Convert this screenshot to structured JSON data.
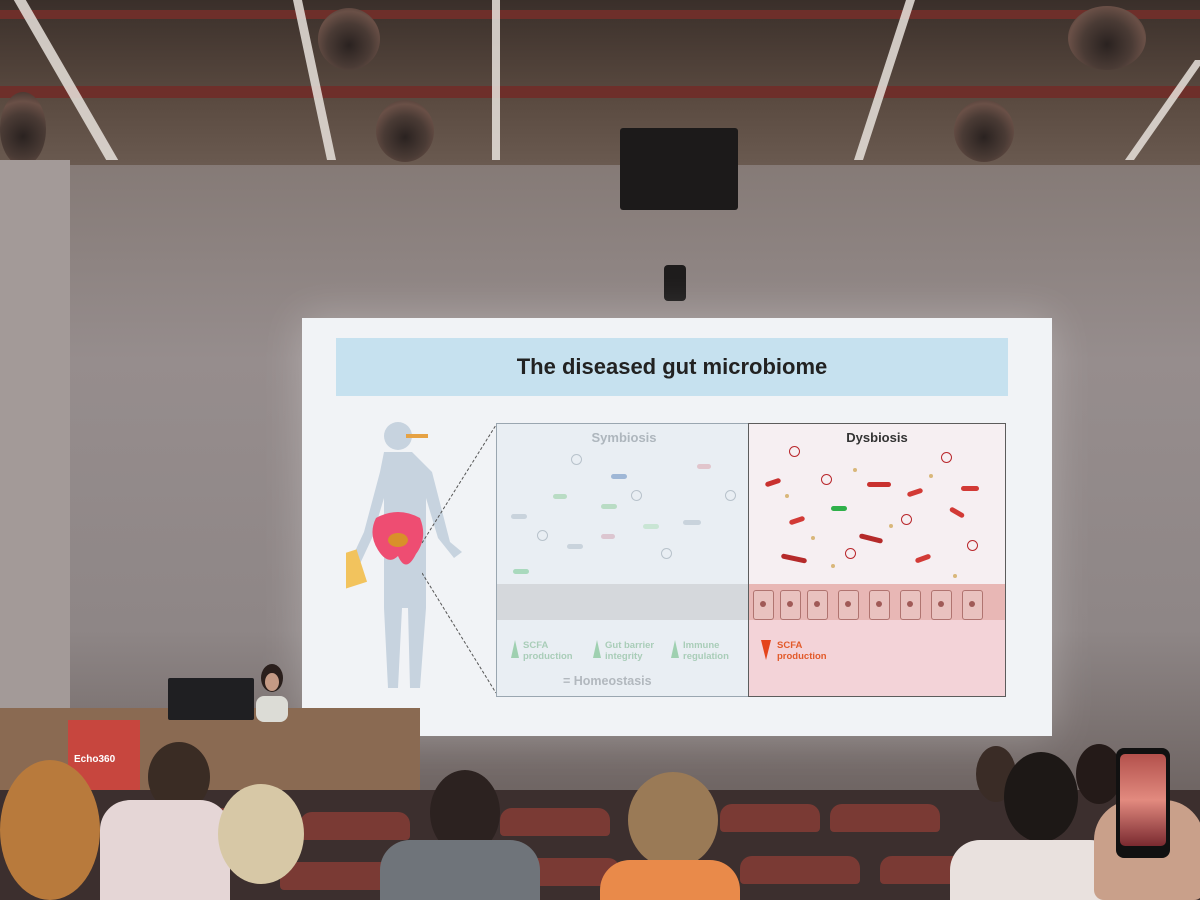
{
  "slide": {
    "title": "The diseased gut microbiome",
    "symbiosis": {
      "label": "Symbiosis",
      "stats": [
        "SCFA production",
        "Gut barrier integrity",
        "Immune regulation"
      ],
      "result": "= Homeostasis"
    },
    "dysbiosis": {
      "label": "Dysbiosis",
      "stats": [
        "SCFA production"
      ]
    }
  },
  "room": {
    "poster_text": "Echo360"
  },
  "colors": {
    "title_band": "#c6e1ef",
    "dysbiosis_arrow": "#e4441b",
    "symbiosis_arrow": "#9fd0b0"
  }
}
